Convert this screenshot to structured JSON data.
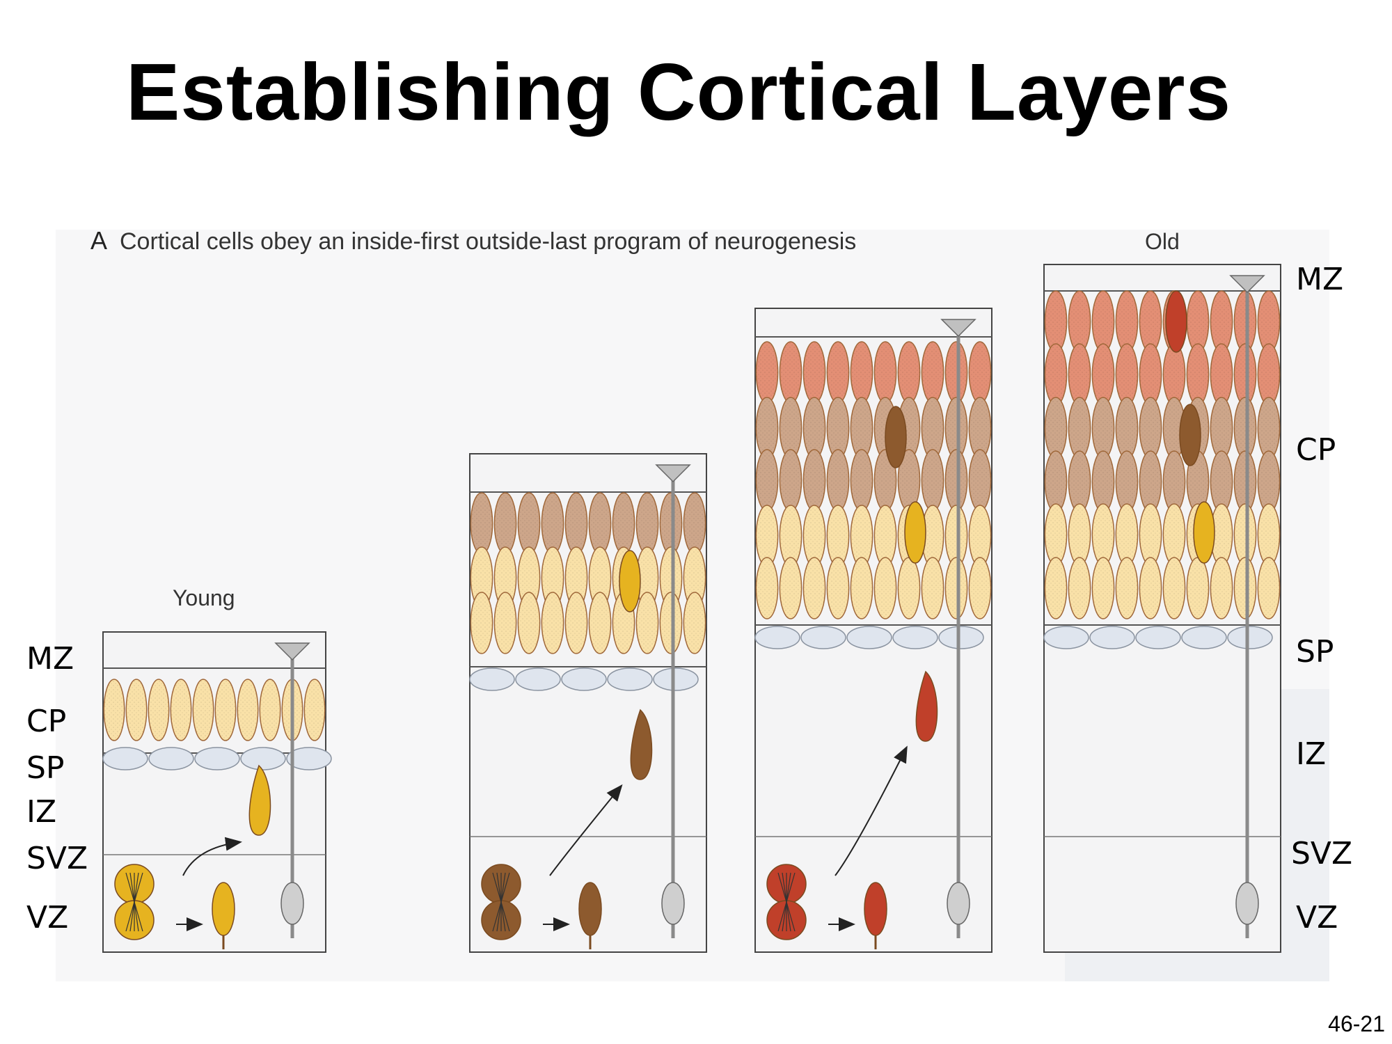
{
  "slide": {
    "title": "Establishing Cortical Layers",
    "slide_number": "46-21"
  },
  "figure": {
    "panel_letter": "A",
    "caption": "Cortical cells obey an inside-first outside-last program of neurogenesis",
    "young_label": "Young",
    "old_label": "Old"
  },
  "zone_labels_left": [
    "MZ",
    "CP",
    "SP",
    "IZ",
    "SVZ",
    "VZ"
  ],
  "zone_labels_right": [
    "MZ",
    "CP",
    "SP",
    "IZ",
    "SVZ",
    "VZ"
  ],
  "colors": {
    "cream": "#f9e1a8",
    "cream_outline": "#b07a3a",
    "tan": "#cda68a",
    "salmon": "#e38f75",
    "yellow": "#e6b320",
    "brown": "#8d5a2e",
    "red": "#c0402a",
    "glial": "#c0c0c0",
    "subplate": "#dfe5ee",
    "box_fill": "#f4f4f5"
  }
}
